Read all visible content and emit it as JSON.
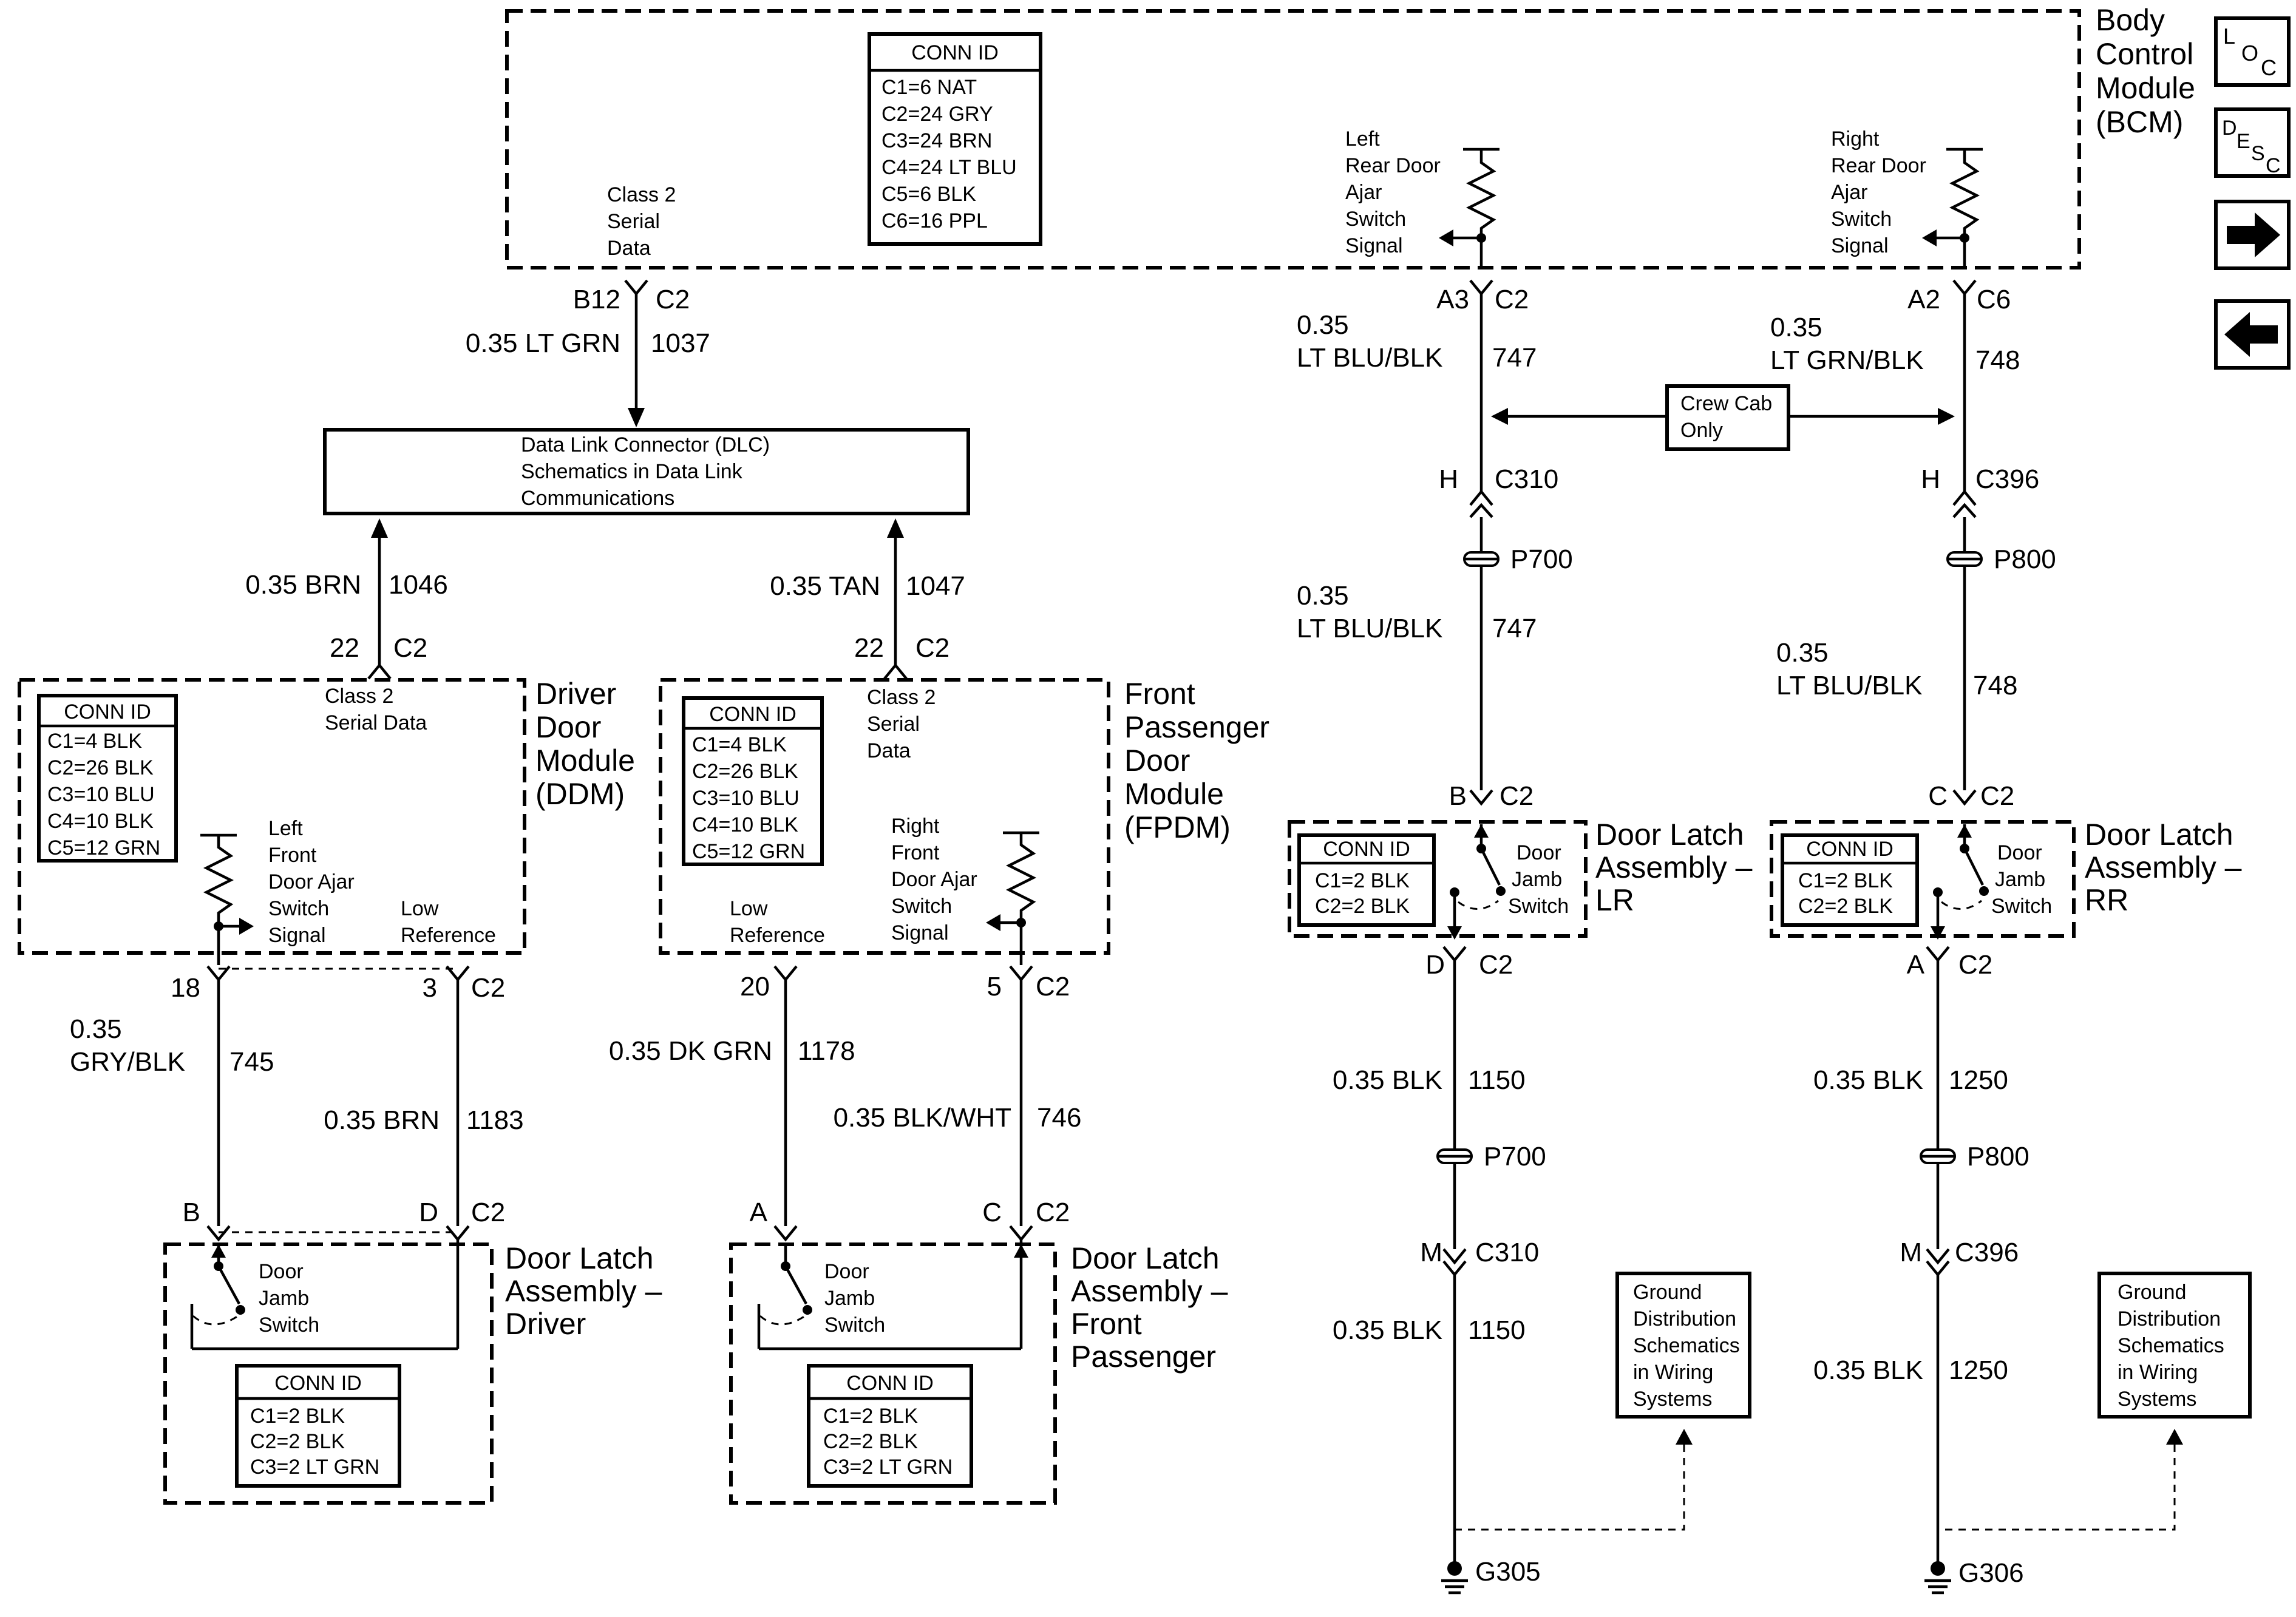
{
  "bcm": {
    "name_lines": [
      "Body",
      "Control",
      "Module",
      "(BCM)"
    ],
    "conn_id_title": "CONN ID",
    "conn_ids": [
      "C1=6 NAT",
      "C2=24 GRY",
      "C3=24 BRN",
      "C4=24 LT BLU",
      "C5=6 BLK",
      "C6=16 PPL"
    ],
    "class2_lines": [
      "Class 2",
      "Serial",
      "Data"
    ],
    "left_rear_lines": [
      "Left",
      "Rear Door",
      "Ajar",
      "Switch",
      "Signal"
    ],
    "right_rear_lines": [
      "Right",
      "Rear Door",
      "Ajar",
      "Switch",
      "Signal"
    ]
  },
  "nav": {
    "loc_l": "L",
    "loc_o": "O",
    "loc_c": "C",
    "desc_d": "D",
    "desc_e": "E",
    "desc_s": "S",
    "desc_c": "C",
    "next_glyph": "➡",
    "prev_glyph": "⬅"
  },
  "dlc_wire": {
    "pin": "B12",
    "conn": "C2",
    "gauge_color": "0.35 LT GRN",
    "circuit": "1037"
  },
  "dlc": {
    "lines": [
      "Data Link Connector (DLC)",
      "Schematics in Data Link",
      "Communications"
    ]
  },
  "ddm_wire": {
    "gauge_color": "0.35 BRN",
    "circuit": "1046",
    "pin": "22",
    "conn": "C2"
  },
  "fpdm_wire": {
    "gauge_color": "0.35 TAN",
    "circuit": "1047",
    "pin": "22",
    "conn": "C2"
  },
  "ddm": {
    "name_lines": [
      "Driver",
      "Door",
      "Module",
      "(DDM)"
    ],
    "conn_id_title": "CONN ID",
    "conn_ids": [
      "C1=4 BLK",
      "C2=26 BLK",
      "C3=10 BLU",
      "C4=10 BLK",
      "C5=12 GRN"
    ],
    "class2_lines": [
      "Class 2",
      "Serial Data"
    ],
    "switch_lines": [
      "Left",
      "Front",
      "Door Ajar",
      "Switch",
      "Signal"
    ],
    "low_ref_lines": [
      "Low",
      "Reference"
    ],
    "pin_signal": "18",
    "pin_low": "3",
    "conn": "C2"
  },
  "fpdm": {
    "name_lines": [
      "Front",
      "Passenger",
      "Door",
      "Module",
      "(FPDM)"
    ],
    "conn_id_title": "CONN ID",
    "conn_ids": [
      "C1=4 BLK",
      "C2=26 BLK",
      "C3=10 BLU",
      "C4=10 BLK",
      "C5=12 GRN"
    ],
    "class2_lines": [
      "Class 2",
      "Serial",
      "Data"
    ],
    "switch_lines": [
      "Right",
      "Front",
      "Door Ajar",
      "Switch",
      "Signal"
    ],
    "low_ref_lines": [
      "Low",
      "Reference"
    ],
    "pin_low": "20",
    "pin_signal": "5",
    "conn": "C2"
  },
  "ddm_wires": {
    "signal_gauge_a": "0.35",
    "signal_gauge_b": "GRY/BLK",
    "signal_circuit": "745",
    "low_gauge": "0.35 BRN",
    "low_circuit": "1183"
  },
  "fpdm_wires": {
    "low_gauge": "0.35 DK GRN",
    "low_circuit": "1178",
    "signal_gauge": "0.35 BLK/WHT",
    "signal_circuit": "746"
  },
  "driver_latch": {
    "name_lines": [
      "Door Latch",
      "Assembly –",
      "Driver"
    ],
    "pin_left": "B",
    "pin_right": "D",
    "conn": "C2",
    "switch_lines": [
      "Door",
      "Jamb",
      "Switch"
    ],
    "conn_id_title": "CONN ID",
    "conn_ids": [
      "C1=2 BLK",
      "C2=2 BLK",
      "C3=2 LT GRN"
    ]
  },
  "fp_latch": {
    "name_lines": [
      "Door Latch",
      "Assembly –",
      "Front",
      "Passenger"
    ],
    "pin_left": "A",
    "pin_right": "C",
    "conn": "C2",
    "switch_lines": [
      "Door",
      "Jamb",
      "Switch"
    ],
    "conn_id_title": "CONN ID",
    "conn_ids": [
      "C1=2 BLK",
      "C2=2 BLK",
      "C3=2 LT GRN"
    ]
  },
  "lr": {
    "bcm_pin": "A3",
    "bcm_conn": "C2",
    "wire1_a": "0.35",
    "wire1_b": "LT BLU/BLK",
    "circuit1": "747",
    "inline_pin": "H",
    "inline_conn": "C310",
    "pass": "P700",
    "wire2_a": "0.35",
    "wire2_b": "LT BLU/BLK",
    "circuit2": "747",
    "latch_pin": "B",
    "latch_conn": "C2",
    "latch_name": [
      "Door Latch",
      "Assembly –",
      "LR"
    ],
    "conn_id_title": "CONN ID",
    "conn_ids": [
      "C1=2 BLK",
      "C2=2 BLK"
    ],
    "switch_lines": [
      "Door",
      "Jamb",
      "Switch"
    ],
    "gnd_pin": "D",
    "gnd_conn": "C2",
    "gnd_wire": "0.35 BLK",
    "gnd_circuit": "1150",
    "pass2": "P700",
    "c2_pin": "M",
    "c2_conn": "C310",
    "gnd_wire2": "0.35 BLK",
    "gnd_circuit2": "1150",
    "ground": "G305",
    "ref_lines": [
      "Ground",
      "Distribution",
      "Schematics",
      "in Wiring",
      "Systems"
    ]
  },
  "rr": {
    "bcm_pin": "A2",
    "bcm_conn": "C6",
    "wire1_a": "0.35",
    "wire1_b": "LT GRN/BLK",
    "circuit1": "748",
    "inline_pin": "H",
    "inline_conn": "C396",
    "pass": "P800",
    "wire2_a": "0.35",
    "wire2_b": "LT BLU/BLK",
    "circuit2": "748",
    "latch_pin": "C",
    "latch_conn": "C2",
    "latch_name": [
      "Door Latch",
      "Assembly –",
      "RR"
    ],
    "conn_id_title": "CONN ID",
    "conn_ids": [
      "C1=2 BLK",
      "C2=2 BLK"
    ],
    "switch_lines": [
      "Door",
      "Jamb",
      "Switch"
    ],
    "gnd_pin": "A",
    "gnd_conn": "C2",
    "gnd_wire": "0.35 BLK",
    "gnd_circuit": "1250",
    "pass2": "P800",
    "c2_pin": "M",
    "c2_conn": "C396",
    "gnd_wire2": "0.35 BLK",
    "gnd_circuit2": "1250",
    "ground": "G306",
    "ref_lines": [
      "Ground",
      "Distribution",
      "Schematics",
      "in Wiring",
      "Systems"
    ]
  },
  "crew_cab": {
    "lines": [
      "Crew Cab",
      "Only"
    ]
  }
}
